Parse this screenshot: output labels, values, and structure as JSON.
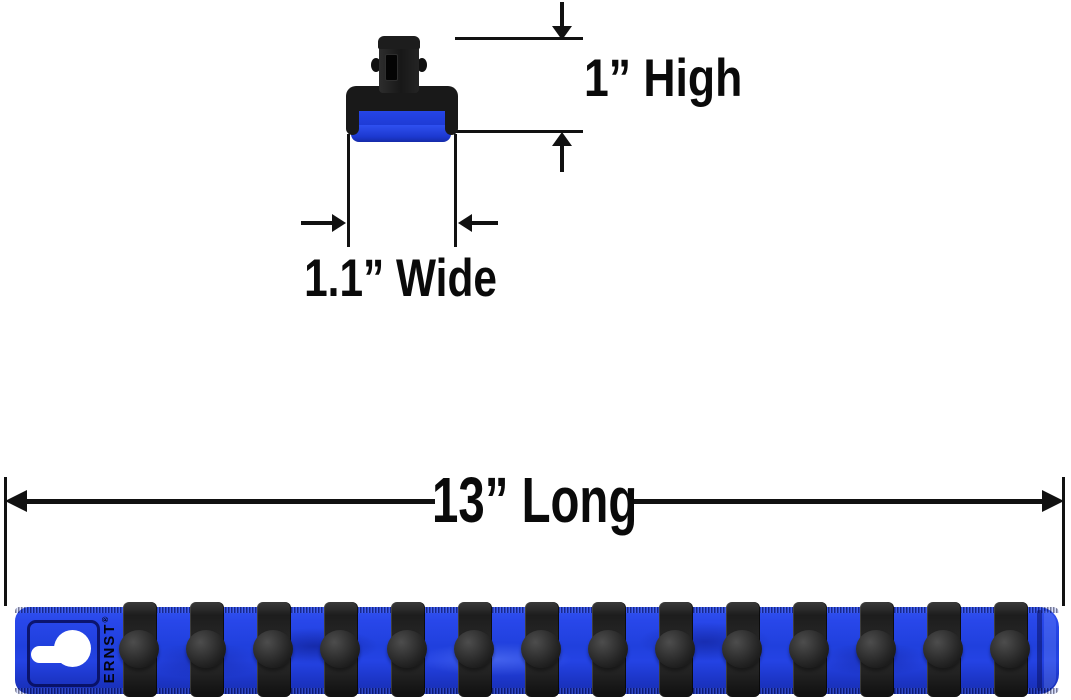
{
  "figure": {
    "background_color": "#ffffff",
    "dimension_color": "#111111",
    "clip_detail": {
      "height_label": "1” High",
      "width_label": "1.1” Wide",
      "peg_color": "#1a1a1a",
      "base_color": "#2443e4"
    },
    "rail": {
      "length_label": "13” Long",
      "brand_label": "ERNST",
      "registered_symbol": "®",
      "clip_count": 14,
      "rail_color": "#2040dd",
      "clip_color": "#262626",
      "keyhole_color": "#ffffff"
    }
  }
}
